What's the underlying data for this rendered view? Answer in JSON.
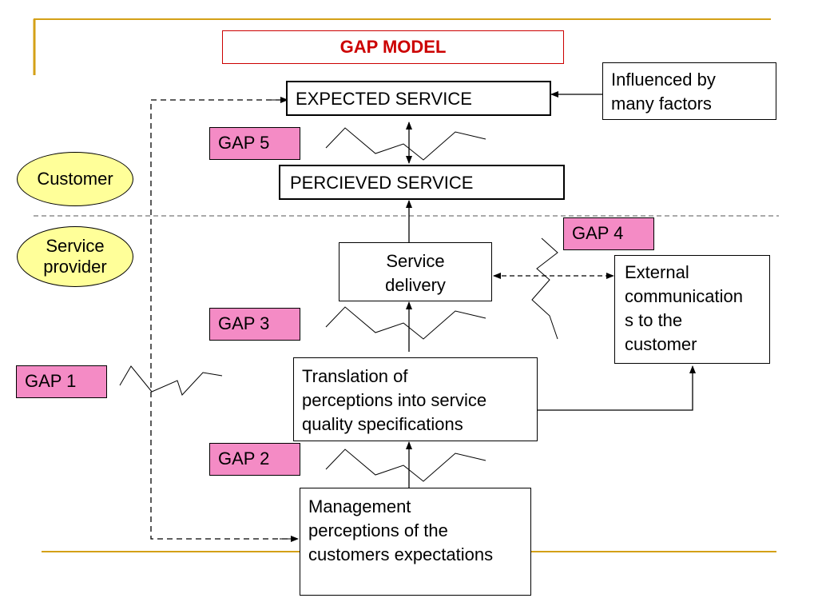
{
  "title": "GAP MODEL",
  "boxes": {
    "expected": "EXPECTED SERVICE",
    "perceived": "PERCIEVED SERVICE",
    "influenced": "Influenced by\nmany factors",
    "delivery": "Service\ndelivery",
    "external": "External\ncommunication\ns to the\ncustomer",
    "translation": "Translation of\nperceptions into service\nquality specifications",
    "management": "Management\nperceptions of the\ncustomers expectations"
  },
  "gaps": {
    "gap1": "GAP 1",
    "gap2": "GAP 2",
    "gap3": "GAP 3",
    "gap4": "GAP 4",
    "gap5": "GAP 5"
  },
  "actors": {
    "customer": "Customer",
    "provider": "Service\nprovider"
  },
  "colors": {
    "title": "#cc0000",
    "gap_fill": "#f48bc5",
    "oval_fill": "#ffff99",
    "rule": "#d4a017"
  }
}
